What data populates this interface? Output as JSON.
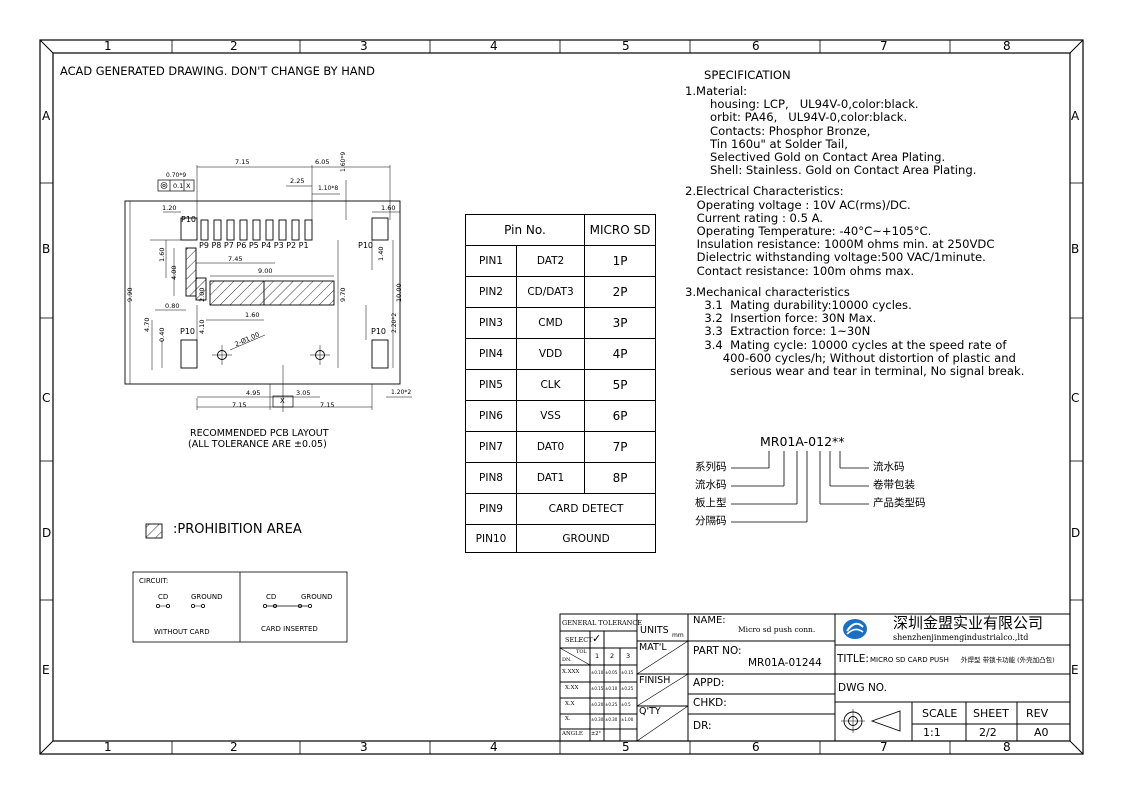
{
  "frame": {
    "columns": [
      "1",
      "2",
      "3",
      "4",
      "5",
      "6",
      "7",
      "8"
    ],
    "rows": [
      "A",
      "B",
      "C",
      "D",
      "E"
    ]
  },
  "header_note": "ACAD GENERATED DRAWING. DON'T CHANGE BY HAND",
  "specification": {
    "title": "SPECIFICATION",
    "lines": [
      "1.Material:",
      "   housing: LCP,   UL94V-0,color:black.",
      "   orbit: PA46,   UL94V-0,color:black.",
      "   Contacts: Phosphor Bronze,",
      "   Tin 160u\" at Solder Tail,",
      "   Selectived Gold on Contact Area Plating.",
      "   Shell: Stainless. Gold on Contact Area Plating.",
      "",
      "2.Electrical Characteristics:",
      " Operating voltage : 10V AC(rms)/DC.",
      " Current rating : 0.5 A.",
      " Operating Temperature: -40°C~+105°C.",
      " Insulation resistance: 1000M ohms min. at 250VDC",
      " Dielectric withstanding voltage:500 VAC/1minute.",
      " Contact resistance: 100m ohms max.",
      "",
      "3.Mechanical characteristics",
      "  3.1  Mating durability:10000 cycles.",
      "  3.2  Insertion force: 30N Max.",
      "  3.3  Extraction force: 1~30N",
      "  3.4  Mating cycle: 10000 cycles at the speed rate of",
      "       400-600 cycles/h; Without distortion of plastic and",
      "         serious wear and tear in terminal, No signal break."
    ]
  },
  "pin_table": {
    "headers": [
      "Pin No.",
      "MICRO SD"
    ],
    "rows": [
      [
        "PIN1",
        "DAT2",
        "1P"
      ],
      [
        "PIN2",
        "CD/DAT3",
        "2P"
      ],
      [
        "PIN3",
        "CMD",
        "3P"
      ],
      [
        "PIN4",
        "VDD",
        "4P"
      ],
      [
        "PIN5",
        "CLK",
        "5P"
      ],
      [
        "PIN6",
        "VSS",
        "6P"
      ],
      [
        "PIN7",
        "DAT0",
        "7P"
      ],
      [
        "PIN8",
        "DAT1",
        "8P"
      ]
    ],
    "merged_rows": [
      [
        "PIN9",
        "CARD DETECT"
      ],
      [
        "PIN10",
        "GROUND"
      ]
    ]
  },
  "part_code": {
    "code": "MR01A-012**",
    "left_labels": [
      "系列码",
      "流水码",
      "板上型",
      "分隔码"
    ],
    "right_labels": [
      "流水码",
      "卷带包装",
      "产品类型码"
    ]
  },
  "pcb_layout": {
    "caption_1": "RECOMMENDED PCB LAYOUT",
    "caption_2": "(ALL TOLERANCE ARE ±0.05)",
    "pin_labels": "P9 P8 P7 P6 P5 P4 P3 P2 P1",
    "p10": "P10",
    "dims": {
      "d715_top": "7.15",
      "d605": "6.05",
      "d225": "2.25",
      "d110x8": "1.10*8",
      "d160x9": "1.60*9",
      "d070x9": "0.70*9",
      "tol": "0.1",
      "tol_x": "X",
      "d120": "1.20",
      "d160_tr": "1.60",
      "d745": "7.45",
      "d900": "9.00",
      "d160_l": "1.60",
      "d400": "4.00",
      "d200": "2.00",
      "d080": "0.80",
      "d990": "9.90",
      "d970": "9.70",
      "d1000": "10.00",
      "d140": "1.40",
      "d160_mid": "1.60",
      "d470": "4.70",
      "d040": "0.40",
      "d410": "4.10",
      "d220x2": "2.20*2",
      "hole": "2-Ø1.00",
      "d495": "4.95",
      "d305": "3.05",
      "d120x2": "1.20*2",
      "d715_bl": "7.15",
      "d715_br": "7.15",
      "x": "X"
    }
  },
  "legend": {
    "prohibition": ":PROHIBITION AREA"
  },
  "circuit_box": {
    "title": "CIRCUIT:",
    "cd": "CD",
    "ground": "GROUND",
    "without_card": "WITHOUT CARD",
    "card_inserted": "CARD INSERTED"
  },
  "title_block": {
    "general_tolerance": "GENERAL TOLERANCE",
    "select": "SELECT",
    "check": "✓",
    "tol": "TOL",
    "dn": "DN.",
    "tol_cols": [
      "1",
      "2",
      "3"
    ],
    "tol_rows": [
      [
        "X.XXX",
        "±0.10",
        "±0.05",
        "±0.15"
      ],
      [
        "X.XX",
        "±0.15",
        "±0.10",
        "±0.25"
      ],
      [
        "X.X",
        "±0.20",
        "±0.25",
        "±0.5"
      ],
      [
        "X.",
        "±0.30",
        "±0.30",
        "±1.00"
      ],
      [
        "ANGLE",
        "±2°",
        "",
        ""
      ]
    ],
    "units": "UNITS",
    "mm": "mm",
    "matl": "MAT'L",
    "finish": "FINISH",
    "qty": "Q'TY",
    "name_label": "NAME:",
    "name_value": "Micro sd push conn.",
    "partno_label": "PART NO:",
    "partno_value": "MR01A-01244",
    "appd": "APPD:",
    "chkd": "CHKD:",
    "dr": "DR:",
    "company_cn": "深圳金盟实业有限公司",
    "company_en": "shenzhenjinmengindustrialco.,ltd",
    "title_label": "TITLE:",
    "title_value": "MICRO SD CARD PUSH",
    "title_cn": "外焊型 带锁卡功能 (外壳加凸包)",
    "dwg_no": "DWG NO.",
    "scale_label": "SCALE",
    "scale_value": "1:1",
    "sheet_label": "SHEET",
    "sheet_value": "2/2",
    "rev_label": "REV",
    "rev_value": "A0"
  }
}
